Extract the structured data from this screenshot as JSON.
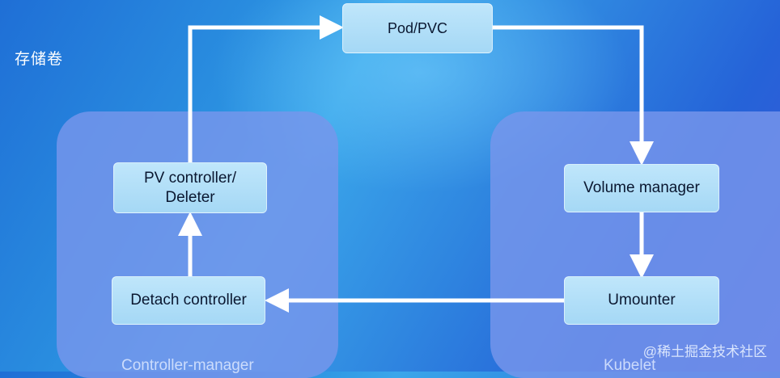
{
  "section_title": "存储卷",
  "nodes": {
    "pod_pvc": "Pod/PVC",
    "pv_controller_line1": "PV controller/",
    "pv_controller_line2": "Deleter",
    "detach_controller": "Detach controller",
    "volume_manager": "Volume manager",
    "umounter": "Umounter"
  },
  "groups": {
    "controller_manager": "Controller-manager",
    "kubelet": "Kubelet"
  },
  "watermark": "@稀土掘金技术社区",
  "colors": {
    "node_fill": "#a5d8f5",
    "panel_fill": "#7896eb",
    "arrow": "#ffffff"
  }
}
